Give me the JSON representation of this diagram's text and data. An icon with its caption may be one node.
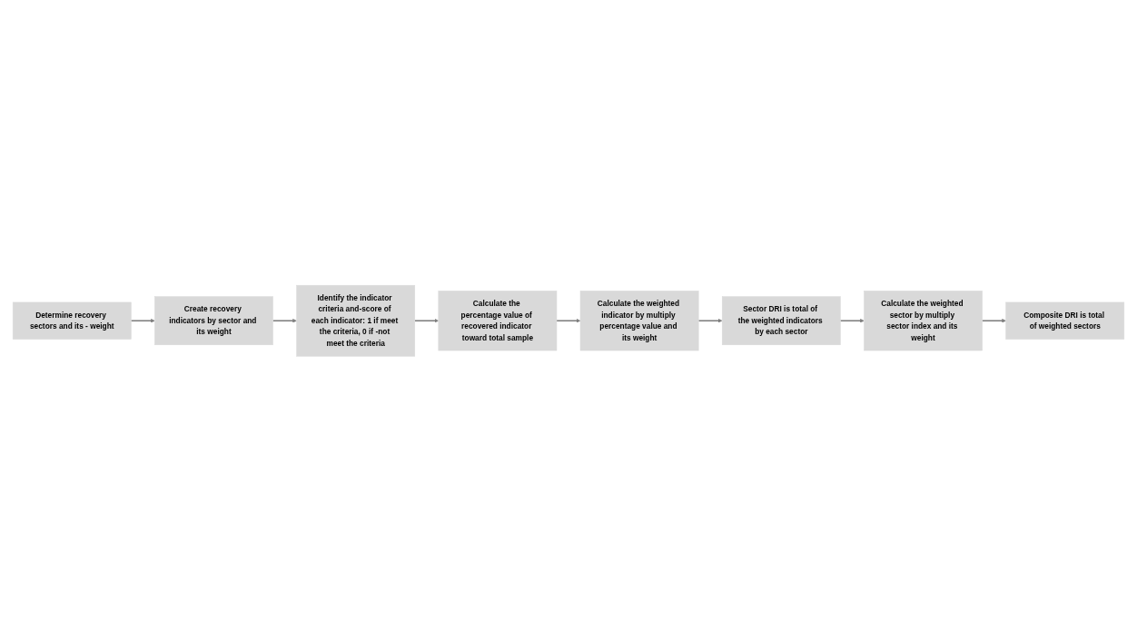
{
  "diagram": {
    "nodes": [
      {
        "text": [
          "Determine recovery sectors and its - weight"
        ]
      },
      {
        "text": [
          "Create recovery indicators by sector and its weight"
        ]
      },
      {
        "text": [
          "Identify the indicator criteria and-score of each indicator: 1 if meet the criteria, 0 if -not meet the criteria"
        ]
      },
      {
        "text": [
          "Calculate the weighted sector by multiply sector index and its weight"
        ]
      },
      {
        "text": [
          "Composite DRI is total of weighted sectors"
        ]
      },
      {
        "text": [
          "Calculate the percentage value of recovered indicator toward total sample"
        ]
      },
      {
        "text": [
          "Sector DRI is total of the weighted indicators by each sector"
        ]
      },
      {
        "text": [
          "Calculate the weighted indicator by multiply percentage value and its weight"
        ]
      }
    ],
    "edges": [
      {
        "from": 0,
        "to": 1,
        "arrow": "to"
      },
      {
        "from": 1,
        "to": 2,
        "arrow": "to"
      },
      {
        "from": 2,
        "to": 5,
        "arrow": "to"
      },
      {
        "from": 5,
        "to": 7,
        "arrow": "to"
      },
      {
        "from": 7,
        "to": 6,
        "arrow": "to"
      },
      {
        "from": 6,
        "to": 3,
        "arrow": "to"
      },
      {
        "from": 3,
        "to": 4,
        "arrow": "to"
      }
    ]
  }
}
